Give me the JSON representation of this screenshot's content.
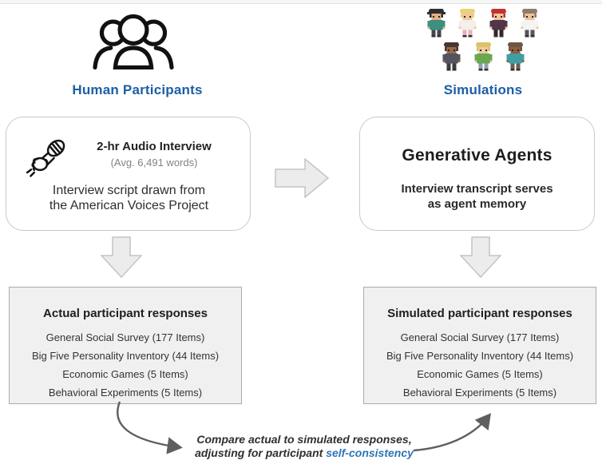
{
  "icons": {
    "participants": "people-group-icon",
    "interview": "microphone-hand-icon",
    "flow": [
      "right-block-arrow",
      "down-block-arrow",
      "curved-arrow"
    ]
  },
  "colors": {
    "heading_blue": "#1b5fa5",
    "highlight_blue": "#2e75b6",
    "box_gray_fill": "#f0f0f0",
    "arrow_gray_fill": "#ececec"
  },
  "left_column": {
    "label": "Human Participants"
  },
  "right_column": {
    "label": "Simulations",
    "sprites": [
      {
        "hat": true,
        "hair": "#2f2f33",
        "skin": "#e5b183",
        "shirt": "#3d8f80",
        "pants": "#464650"
      },
      {
        "hat": false,
        "hair": "#ead27a",
        "skin": "#f3c79c",
        "shirt": "#f3efe9",
        "pants": "#e9aebc"
      },
      {
        "hat": false,
        "hair": "#c13434",
        "skin": "#f3c79c",
        "shirt": "#523548",
        "pants": "#33262f"
      },
      {
        "hat": false,
        "hair": "#8d7d6d",
        "skin": "#eec29c",
        "shirt": "#f4f4f2",
        "pants": "#55555c"
      },
      {
        "hat": false,
        "hair": "#463830",
        "skin": "#9a6a48",
        "shirt": "#54545e",
        "pants": "#3b3b42"
      },
      {
        "hat": false,
        "hair": "#d9c268",
        "skin": "#f1c9a1",
        "shirt": "#68a852",
        "pants": "#8fa0ad"
      },
      {
        "hat": false,
        "hair": "#6d5848",
        "skin": "#8d5e3e",
        "shirt": "#3f9fa3",
        "pants": "#6b5b51"
      }
    ]
  },
  "interview_box": {
    "title": "2-hr Audio Interview",
    "subtitle": "(Avg. 6,491 words)",
    "body_line1": "Interview script drawn from",
    "body_line2": "the American Voices Project"
  },
  "agents_box": {
    "title": "Generative Agents",
    "body_line1": "Interview transcript serves",
    "body_line2": "as agent memory"
  },
  "actual_box": {
    "title": "Actual participant responses",
    "items": [
      "General Social Survey (177 Items)",
      "Big Five Personality Inventory (44 Items)",
      "Economic Games (5 Items)",
      "Behavioral Experiments (5 Items)"
    ]
  },
  "simulated_box": {
    "title": "Simulated participant responses",
    "items": [
      "General Social Survey (177 Items)",
      "Big Five Personality Inventory (44 Items)",
      "Economic Games (5 Items)",
      "Behavioral Experiments (5 Items)"
    ]
  },
  "compare": {
    "line1": "Compare actual to simulated responses,",
    "line2_prefix": "adjusting for participant ",
    "line2_highlight": "self-consistency"
  }
}
